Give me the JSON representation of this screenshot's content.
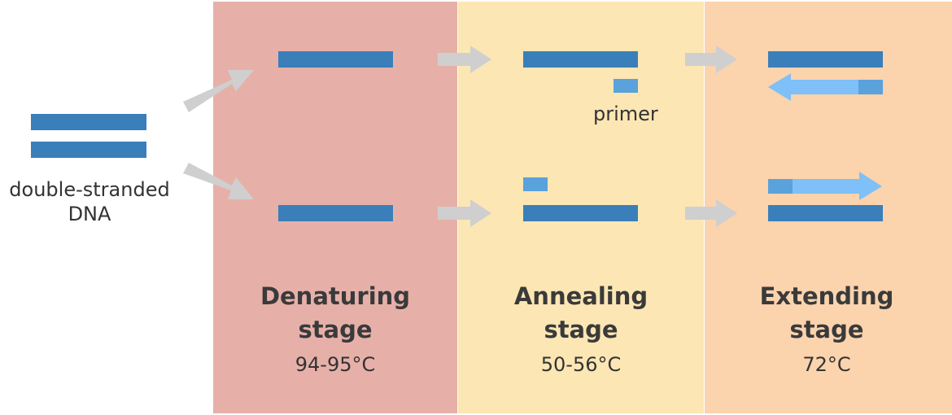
{
  "labels": {
    "dna_line1": "double-stranded",
    "dna_line2": "DNA",
    "primer": "primer"
  },
  "stages": [
    {
      "title_line1": "Denaturing",
      "title_line2": "stage",
      "temperature": "94-95°C"
    },
    {
      "title_line1": "Annealing",
      "title_line2": "stage",
      "temperature": "50-56°C"
    },
    {
      "title_line1": "Extending",
      "title_line2": "stage",
      "temperature": "72°C"
    }
  ],
  "colors": {
    "strand": "#3a7fba",
    "primer": "#5aa2db",
    "new_strand": "#7ec0f7",
    "arrow": "#cfcfcf",
    "denaturing_bg": "#e6b0a9",
    "annealing_bg": "#fce6b4",
    "extending_bg": "#fbd3ad"
  }
}
